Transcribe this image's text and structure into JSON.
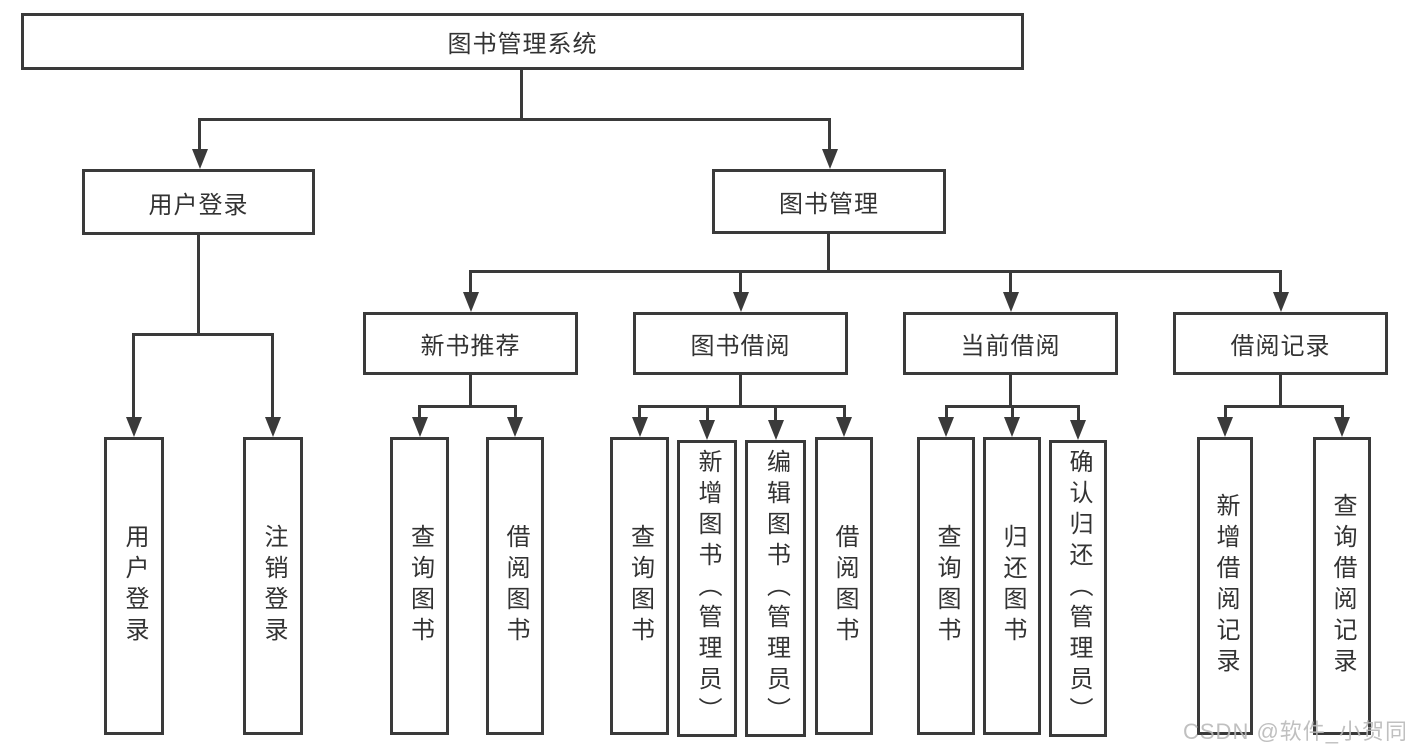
{
  "nodes": {
    "root": {
      "label": "图书管理系统"
    },
    "user_login_branch": {
      "label": "用户登录"
    },
    "book_management": {
      "label": "图书管理"
    },
    "login": {
      "label": "用户登录"
    },
    "logout": {
      "label": "注销登录"
    },
    "new_book_rec": {
      "label": "新书推荐"
    },
    "book_borrow": {
      "label": "图书借阅"
    },
    "current_borrow": {
      "label": "当前借阅"
    },
    "borrow_record": {
      "label": "借阅记录"
    },
    "nbr_query_book": {
      "label": "查询图书"
    },
    "nbr_borrow_book": {
      "label": "借阅图书"
    },
    "bb_query_book": {
      "label": "查询图书"
    },
    "bb_add_book": {
      "label": "新增图书（管理员）"
    },
    "bb_edit_book": {
      "label": "编辑图书（管理员）"
    },
    "bb_borrow_book": {
      "label": "借阅图书"
    },
    "cb_query_book": {
      "label": "查询图书"
    },
    "cb_return_book": {
      "label": "归还图书"
    },
    "cb_confirm_return": {
      "label": "确认归还（管理员）"
    },
    "br_add_record": {
      "label": "新增借阅记录"
    },
    "br_query_record": {
      "label": "查询借阅记录"
    }
  },
  "hierarchy": {
    "图书管理系统": {
      "用户登录": [
        "用户登录",
        "注销登录"
      ],
      "图书管理": {
        "新书推荐": [
          "查询图书",
          "借阅图书"
        ],
        "图书借阅": [
          "查询图书",
          "新增图书（管理员）",
          "编辑图书（管理员）",
          "借阅图书"
        ],
        "当前借阅": [
          "查询图书",
          "归还图书",
          "确认归还（管理员）"
        ],
        "借阅记录": [
          "新增借阅记录",
          "查询借阅记录"
        ]
      }
    }
  },
  "watermark": {
    "text": "CSDN @软件_小贺同学"
  },
  "colors": {
    "line": "#3a3a3a",
    "text": "#333333",
    "background": "#ffffff",
    "watermark": "#b9b9b9"
  }
}
